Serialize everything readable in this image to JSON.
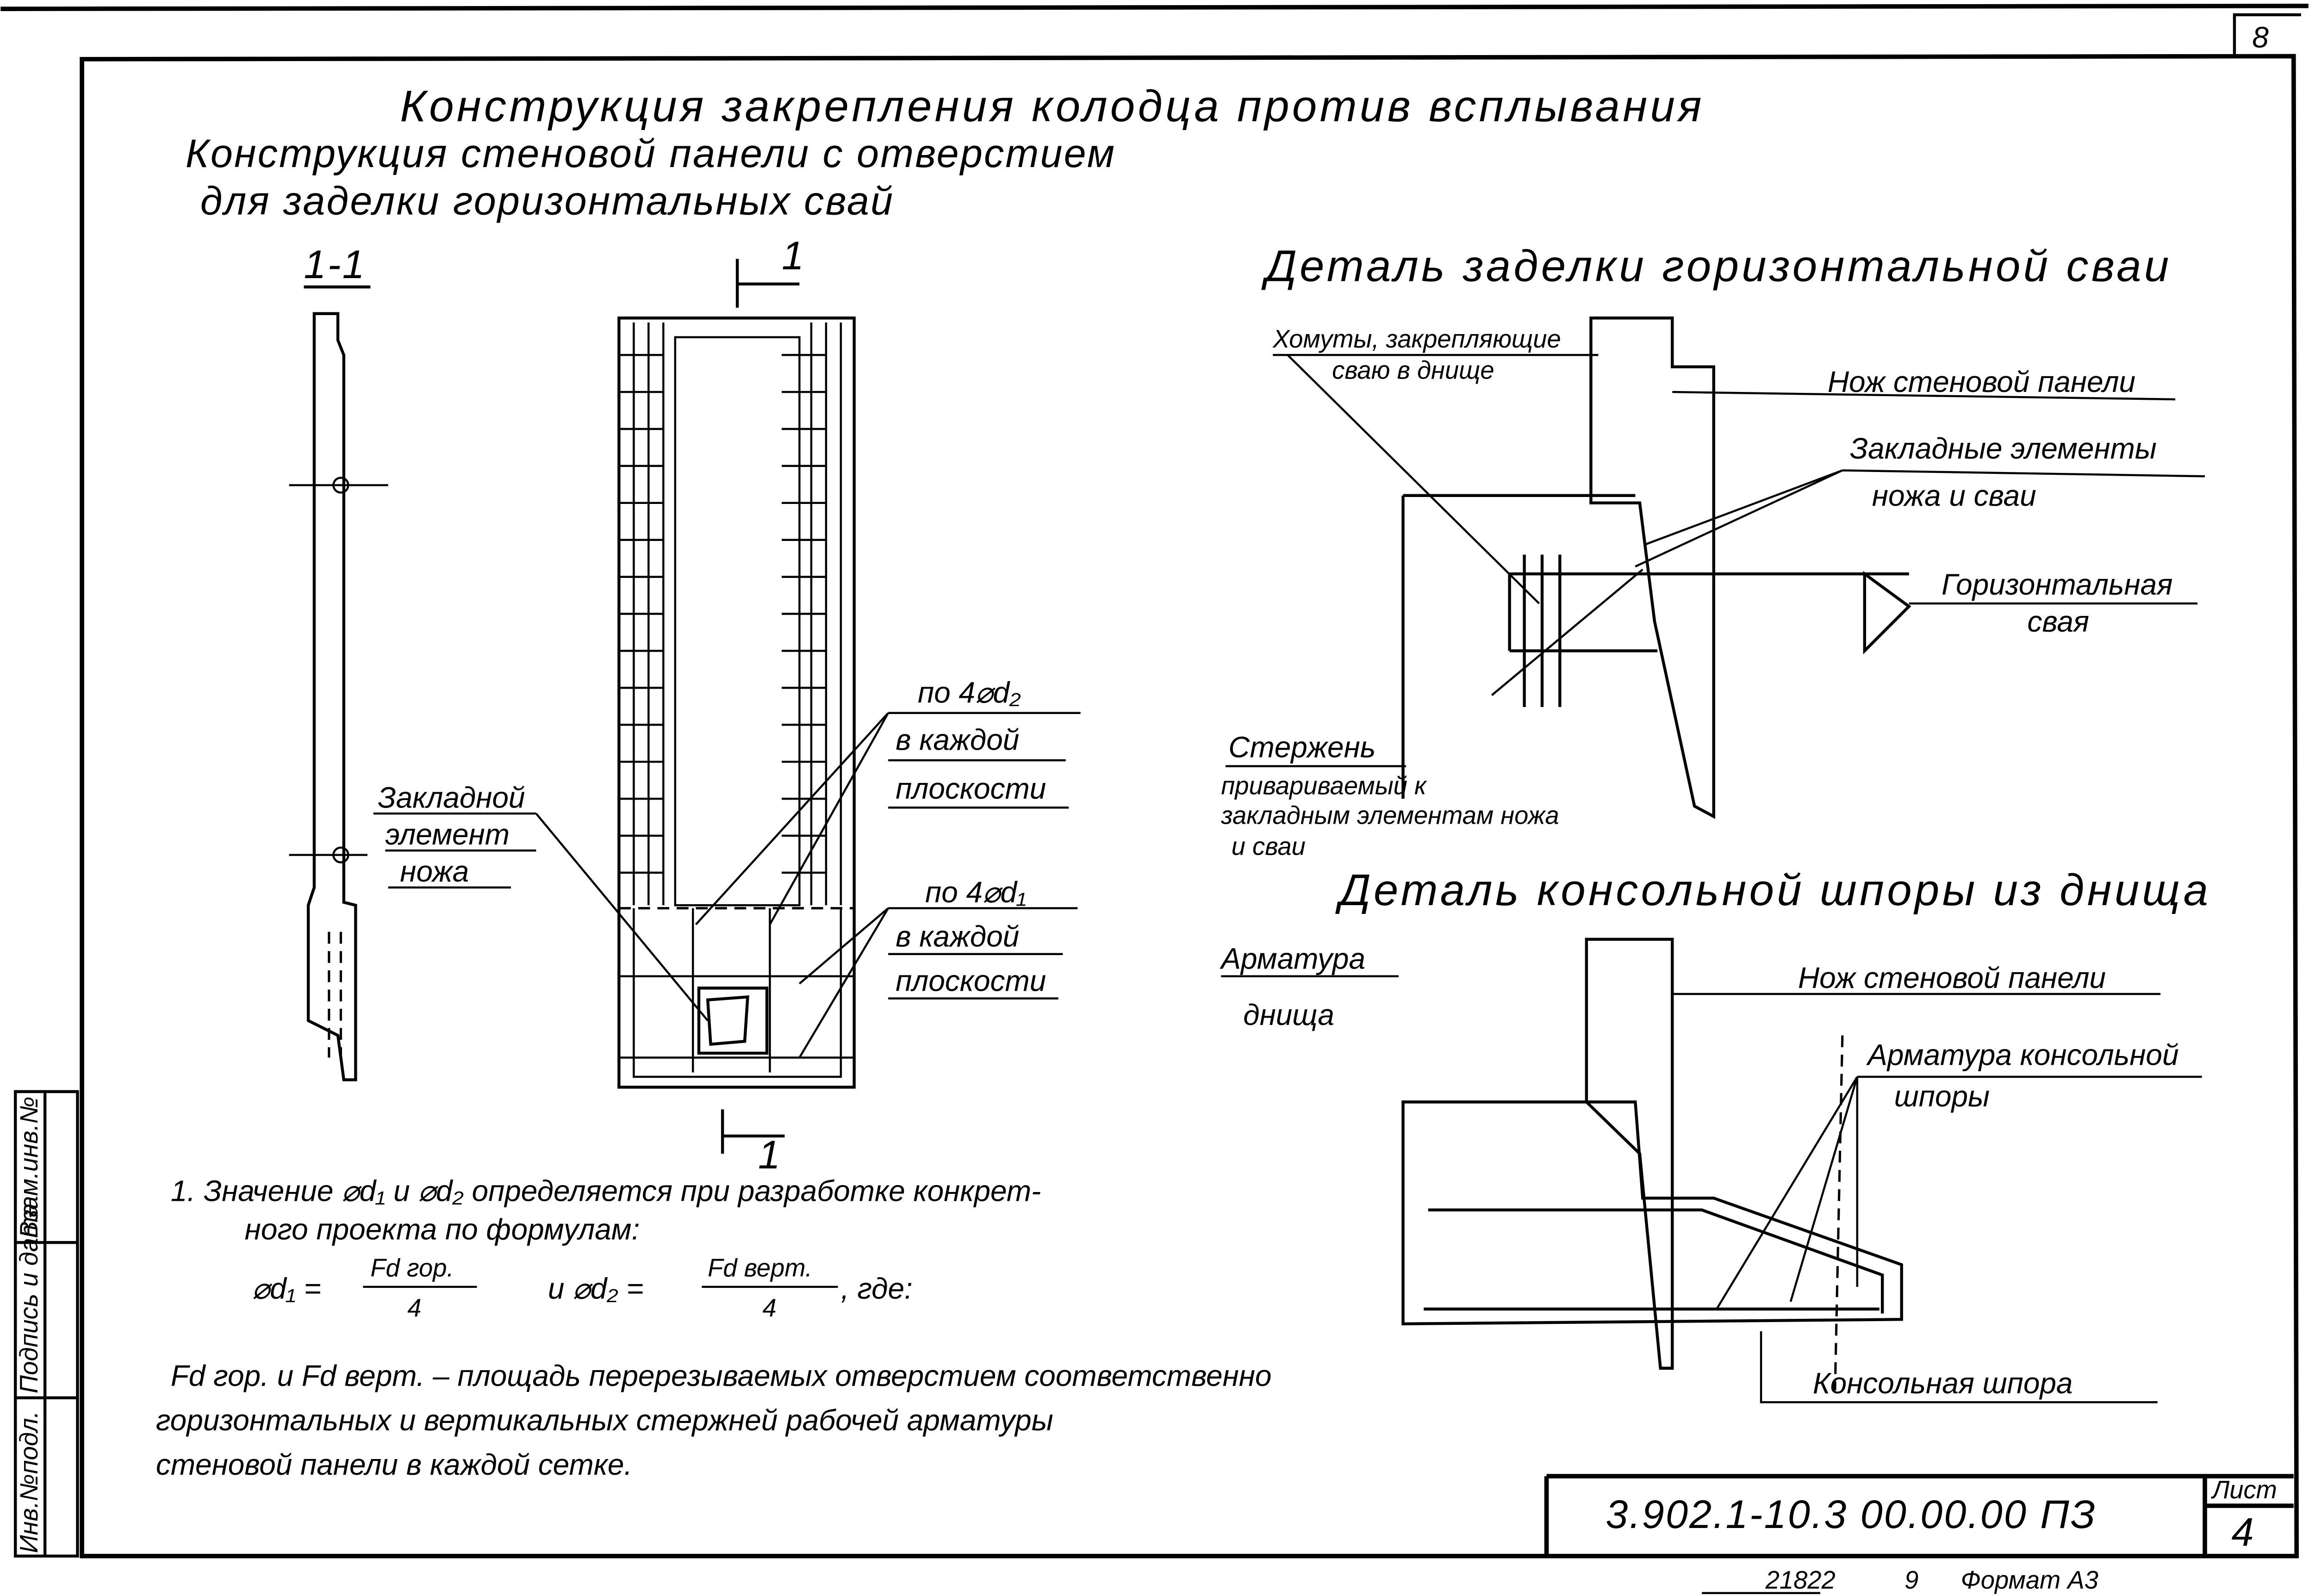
{
  "titles": {
    "main": "Конструкция закрепления колодца против всплывания",
    "panel_line1": "Конструкция стеновой панели с отверстием",
    "panel_line2": "для заделки горизонтальных свай"
  },
  "left_drawing": {
    "section_label": "1-1",
    "cut_mark_top": "1",
    "cut_mark_bottom": "1",
    "embedded_label": [
      "Закладной",
      "элемент",
      "ножа"
    ],
    "rebar_d2": [
      "по 4⌀d₂",
      "в каждой",
      "плоскости"
    ],
    "rebar_d1": [
      "по 4⌀d₁",
      "в каждой",
      "плоскости"
    ]
  },
  "detail_pile": {
    "title": "Деталь заделки горизонтальной сваи",
    "clamps": [
      "Хомуты, закрепляющие",
      "сваю в днище"
    ],
    "knife": "Нож стеновой панели",
    "embedded": [
      "Закладные элементы",
      "ножа и сваи"
    ],
    "pile": [
      "Горизонтальная",
      "свая"
    ],
    "rod": [
      "Стержень",
      "привариваемый к",
      "закладным элементам ножа",
      "и сваи"
    ]
  },
  "detail_spur": {
    "title": "Деталь консольной шпоры из днища",
    "bottom_rebar": [
      "Арматура",
      "днища"
    ],
    "knife": "Нож стеновой панели",
    "spur_rebar": [
      "Арматура консольной",
      "шпоры"
    ],
    "spur": "Консольная шпора"
  },
  "notes": {
    "line1": "1. Значение ⌀d₁ и ⌀d₂ определяется при разработке конкрет-",
    "line2": "ного проекта по формулам:",
    "formula1_lhs": "⌀d₁ =",
    "formula1_num": "Fd гор.",
    "formula1_den": "4",
    "formula_and": "и ⌀d₂ =",
    "formula2_num": "Fd верт.",
    "formula2_den": "4",
    "formula_where": ",   где:",
    "line3": "Fd гор. и Fd верт. – площадь перерезываемых отверстием соответственно",
    "line4": "горизонтальных и вертикальных стержней рабочей арматуры",
    "line5": "стеновой панели в каждой сетке."
  },
  "stamp": {
    "code": "3.902.1-10.3   00.00.00 ПЗ",
    "sheet_label": "Лист",
    "sheet_number": "4",
    "corner": "8"
  },
  "side_stamp": [
    "Инв.№подл.",
    "Подпись и дата",
    "Взам.инв.№"
  ],
  "footer": {
    "number": "21822",
    "copy": "9",
    "format": "Формат А3"
  }
}
